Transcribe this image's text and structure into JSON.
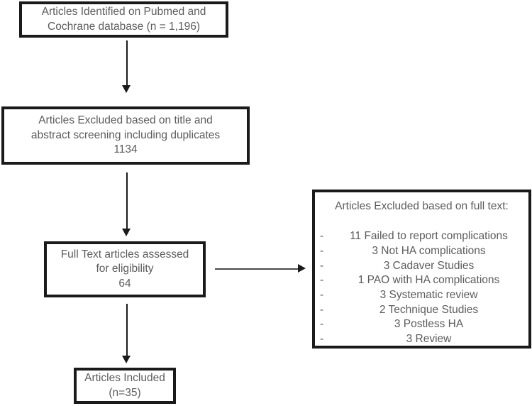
{
  "flowchart": {
    "title": "PRISMA study selection flow diagram",
    "colors": {
      "box_border": "#1a1a1a",
      "text": "#5c5c5c",
      "arrow": "#1a1a1a",
      "background": "#ffffff"
    },
    "boxes": {
      "identified": {
        "lines": [
          "Articles Identified on Pubmed and",
          "Cochrane database (n = 1,196)"
        ]
      },
      "excluded_screening": {
        "lines": [
          "Articles Excluded based on title and",
          "abstract screening including duplicates",
          "1134"
        ],
        "count": "1134"
      },
      "full_text": {
        "lines": [
          "Full Text articles assessed",
          "for eligibility",
          "64"
        ],
        "count": "64"
      },
      "excluded_full_text": {
        "heading": "Articles Excluded based on full text:",
        "dash": "-",
        "reasons": [
          "11 Failed to report complications",
          "3 Not HA complications",
          "3 Cadaver Studies",
          "1 PAO with HA complications",
          "3 Systematic review",
          "2 Technique Studies",
          "3 Postless HA",
          "3 Review"
        ]
      },
      "included": {
        "lines": [
          "Articles Included",
          "(n=35)"
        ],
        "count": "(n=35)"
      }
    }
  }
}
